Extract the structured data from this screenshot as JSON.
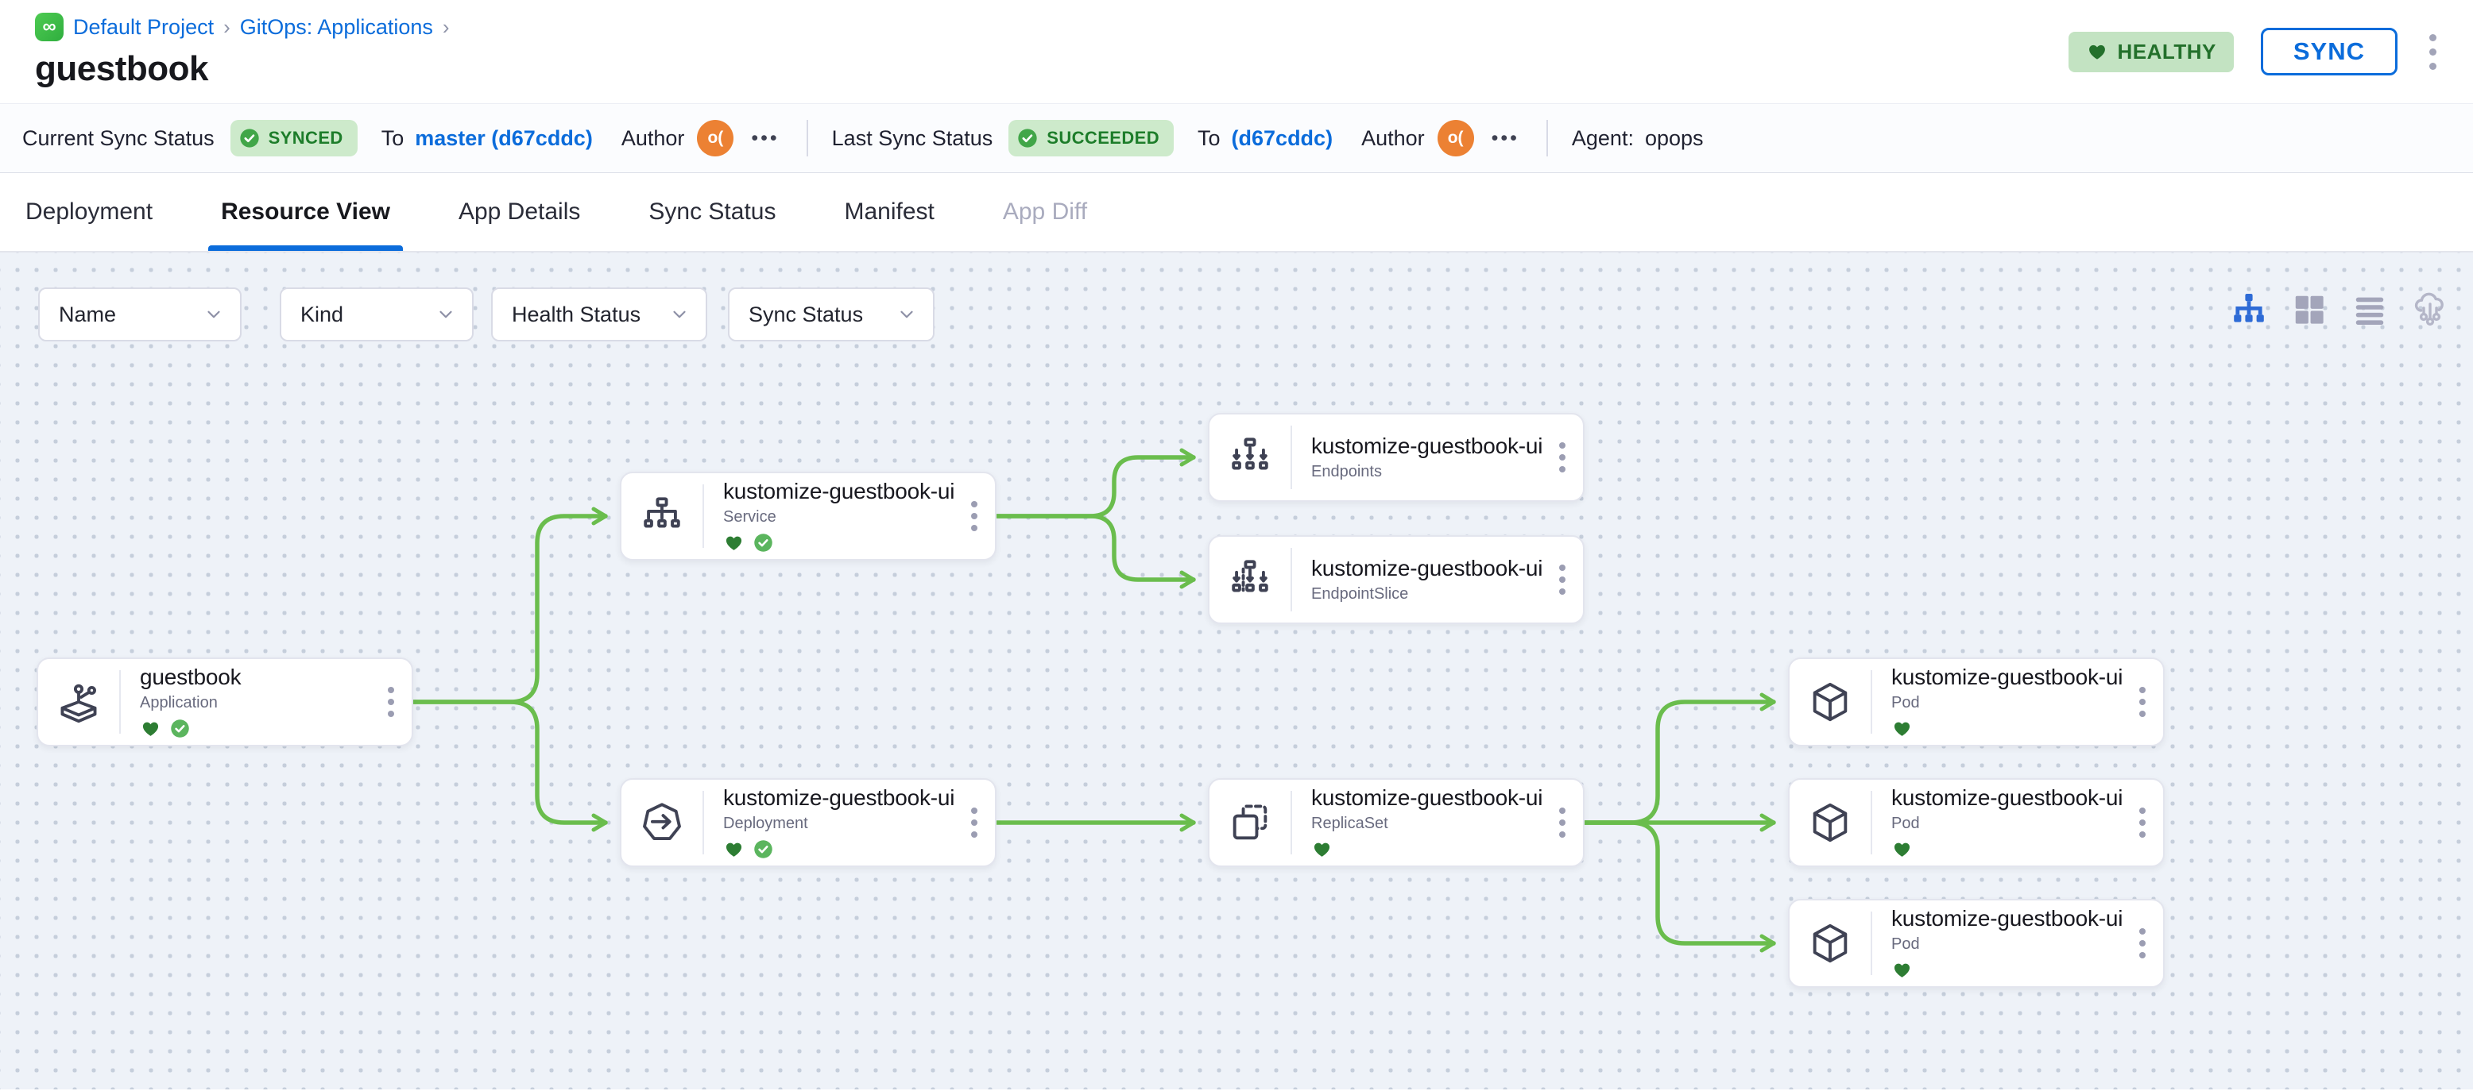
{
  "colors": {
    "accent_blue": "#0b6cdb",
    "edge_green": "#6abd4d",
    "health_heart_green": "#2d7d33",
    "sync_check_green": "#5bb55e",
    "badge_bg_green": "#cdeacb",
    "healthy_badge_bg": "#c3e3c2",
    "avatar_orange": "#ec8133",
    "canvas_bg": "#eef2f8"
  },
  "breadcrumb": {
    "gitops_icon": "∞",
    "project": "Default Project",
    "section": "GitOps: Applications",
    "sep1": "›",
    "sep2": "›",
    "sep3": "›"
  },
  "header": {
    "title": "guestbook",
    "health_badge": "HEALTHY",
    "sync_button": "SYNC"
  },
  "status_bar": {
    "current_label": "Current Sync Status",
    "current_badge": "SYNCED",
    "current_to": "To",
    "current_revision": "master (d67cddc)",
    "current_author": "Author",
    "current_avatar": "o(",
    "current_more": "•••",
    "last_label": "Last Sync Status",
    "last_badge": "SUCCEEDED",
    "last_to": "To",
    "last_revision": "(d67cddc)",
    "last_author": "Author",
    "last_avatar": "o(",
    "last_more": "•••",
    "agent_label": "Agent:",
    "agent_value": "opops"
  },
  "tabs": [
    {
      "label": "Deployment"
    },
    {
      "label": "Resource View"
    },
    {
      "label": "App Details"
    },
    {
      "label": "Sync Status"
    },
    {
      "label": "Manifest"
    },
    {
      "label": "App Diff"
    }
  ],
  "filters": [
    {
      "label": "Name"
    },
    {
      "label": "Kind"
    },
    {
      "label": "Health Status"
    },
    {
      "label": "Sync Status"
    }
  ],
  "view_toolbar": {
    "icons": [
      "tree-view",
      "grid-view",
      "list-view",
      "cloud-view"
    ]
  },
  "nodes": [
    {
      "title": "guestbook",
      "kind": "Application"
    },
    {
      "title": "kustomize-guestbook-ui",
      "kind": "Service"
    },
    {
      "title": "kustomize-guestbook-ui",
      "kind": "Endpoints"
    },
    {
      "title": "kustomize-guestbook-ui-...",
      "kind": "EndpointSlice"
    },
    {
      "title": "kustomize-guestbook-ui",
      "kind": "Deployment"
    },
    {
      "title": "kustomize-guestbook-ui-...",
      "kind": "ReplicaSet"
    },
    {
      "title": "kustomize-guestbook-ui-...",
      "kind": "Pod"
    },
    {
      "title": "kustomize-guestbook-ui-...",
      "kind": "Pod"
    },
    {
      "title": "kustomize-guestbook-ui-...",
      "kind": "Pod"
    }
  ]
}
